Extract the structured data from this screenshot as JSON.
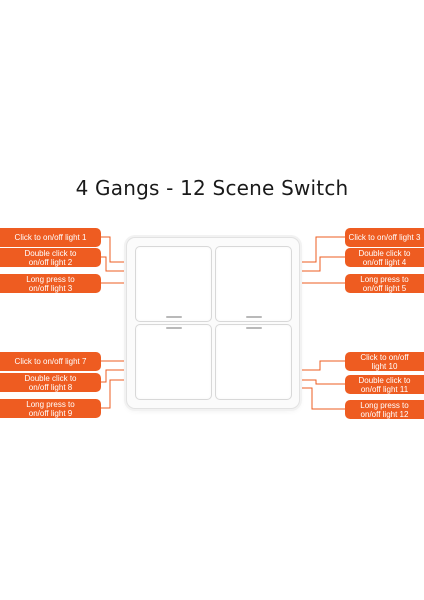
{
  "title": "4 Gangs  - 12 Scene Switch",
  "labels_left": [
    "Click to on/off light 1",
    "Double click to\non/off light 2",
    "Long press to\non/off light 3",
    "Click to on/off light 7",
    "Double click to\non/off light 8",
    "Long press to\non/off light 9"
  ],
  "labels_right": [
    "Click to on/off light 3",
    "Double click to\non/off light 4",
    "Long press to\non/off light 5",
    "Click to on/off\nlight 10",
    "Double click to\non/off light 11",
    "Long press to\non/off light 12"
  ],
  "colors": {
    "label_background": "#ee5c21",
    "label_text": "#ffffff"
  }
}
